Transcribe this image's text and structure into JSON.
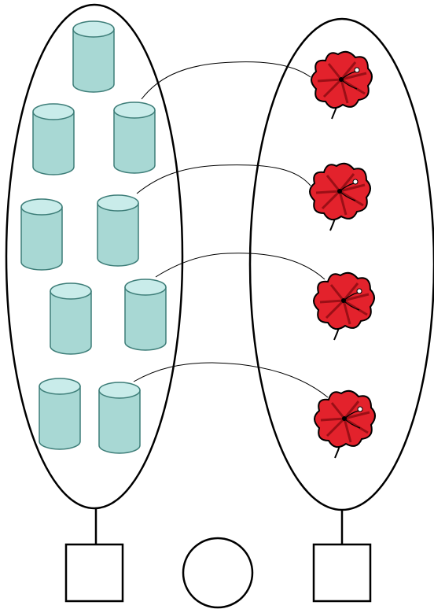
{
  "diagram": {
    "left_group": {
      "item_icon": "cylinder-icon",
      "item_count": 9,
      "colors": {
        "body": "#a8d8d4",
        "top": "#c9ecea",
        "stroke": "#3d7d78"
      }
    },
    "right_group": {
      "item_icon": "flower-icon",
      "item_count": 4,
      "colors": {
        "petal": "#e3222c",
        "petal_dark": "#9b0f16",
        "stroke": "#000000"
      }
    },
    "connections": [
      {
        "from": "cylinder-2",
        "to": "flower-1"
      },
      {
        "from": "cylinder-6",
        "to": "flower-2"
      },
      {
        "from": "cylinder-8",
        "to": "flower-3"
      },
      {
        "from": "cylinder-9",
        "to": "flower-4"
      }
    ],
    "bottom_shapes": [
      "square",
      "circle",
      "square"
    ]
  }
}
